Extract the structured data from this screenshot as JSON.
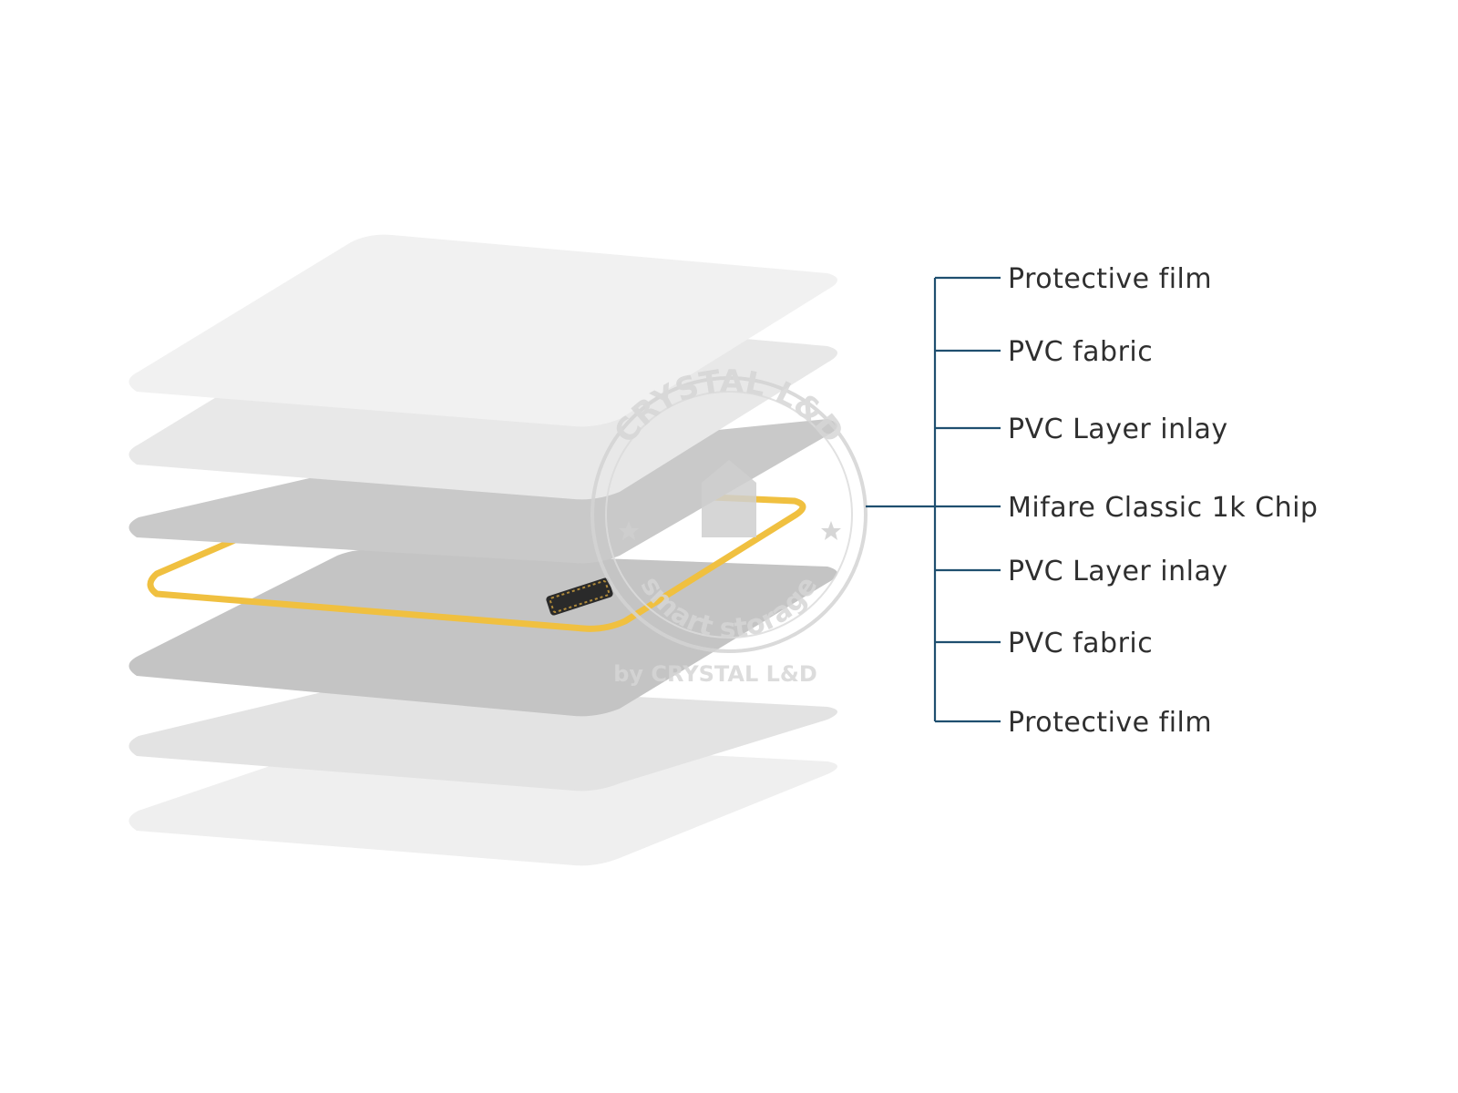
{
  "diagram": {
    "layers": [
      {
        "label": "Protective film",
        "fill": "#f2f2f2"
      },
      {
        "label": "PVC fabric",
        "fill": "#e9e9e9"
      },
      {
        "label": "PVC Layer inlay",
        "fill": "#c8c8c8"
      },
      {
        "label": "Mifare Classic 1k Chip",
        "fill": "#f0c040"
      },
      {
        "label": "PVC Layer inlay",
        "fill": "#c4c4c4"
      },
      {
        "label": "PVC fabric",
        "fill": "#e6e6e6"
      },
      {
        "label": "Protective film",
        "fill": "#f0f0f0"
      }
    ],
    "connector_color": "#1f4f6f",
    "antenna_color": "#f0c040",
    "chip_color": "#2a2a2a"
  },
  "watermark": {
    "ring_text": "CRYSTAL L&D",
    "inner_text": "smart storage",
    "bottom_text": "by CRYSTAL L&D"
  }
}
